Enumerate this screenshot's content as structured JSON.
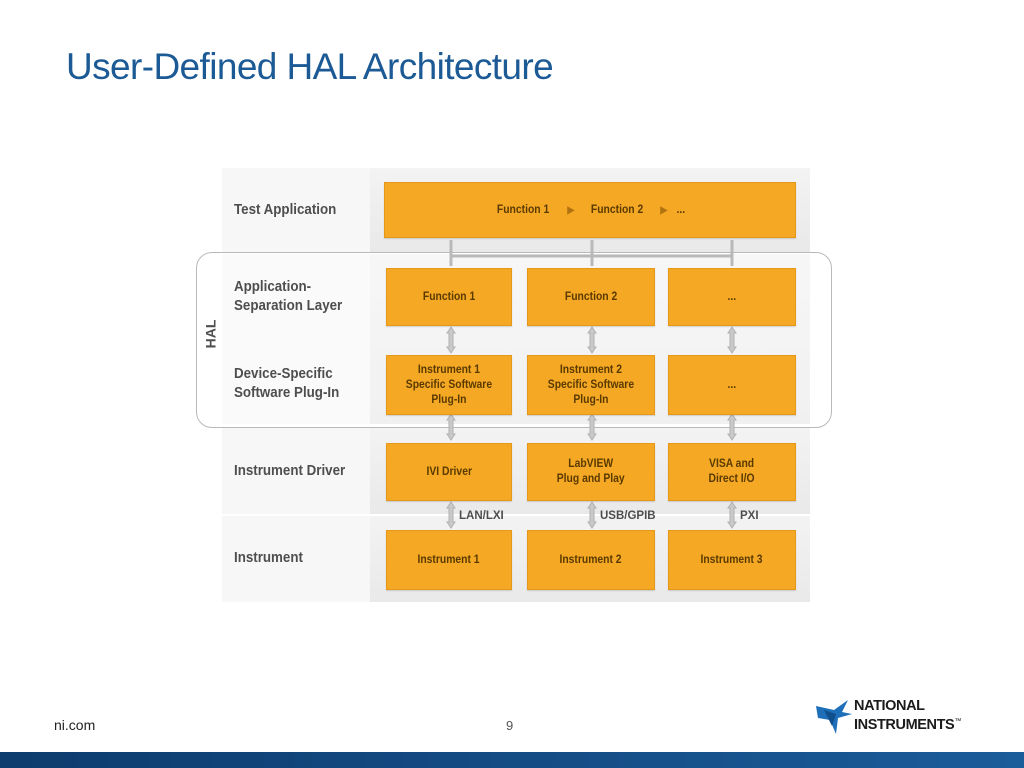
{
  "slide": {
    "title": "User-Defined HAL Architecture",
    "site": "ni.com",
    "page_number": "9"
  },
  "logo": {
    "line1": "NATIONAL",
    "line2": "INSTRUMENTS",
    "mark": "™",
    "icon": "ni-eagle-logo"
  },
  "diagram": {
    "hal_label": "HAL",
    "rows": {
      "test_application": {
        "label": "Test Application"
      },
      "application_separation": {
        "label": "Application-\nSeparation Layer"
      },
      "device_specific": {
        "label": "Device-Specific\nSoftware Plug-In"
      },
      "instrument_driver": {
        "label": "Instrument Driver"
      },
      "instrument": {
        "label": "Instrument"
      }
    },
    "test_app_box": {
      "function1": "Function 1",
      "function2": "Function 2",
      "ellipsis": "..."
    },
    "app_sep_boxes": [
      "Function 1",
      "Function 2",
      "..."
    ],
    "plugin_boxes": [
      "Instrument 1\nSpecific Software\nPlug-In",
      "Instrument 2\nSpecific Software\nPlug-In",
      "..."
    ],
    "driver_boxes": [
      "IVI Driver",
      "LabVIEW\nPlug and Play",
      "VISA and\nDirect I/O"
    ],
    "instrument_boxes": [
      "Instrument 1",
      "Instrument 2",
      "Instrument 3"
    ],
    "connections": [
      "LAN/LXI",
      "USB/GPIB",
      "PXI"
    ],
    "colors": {
      "box_fill": "#f5a823",
      "title": "#1c5a96",
      "band": "#ececec",
      "connector": "#b9b9b9"
    }
  }
}
